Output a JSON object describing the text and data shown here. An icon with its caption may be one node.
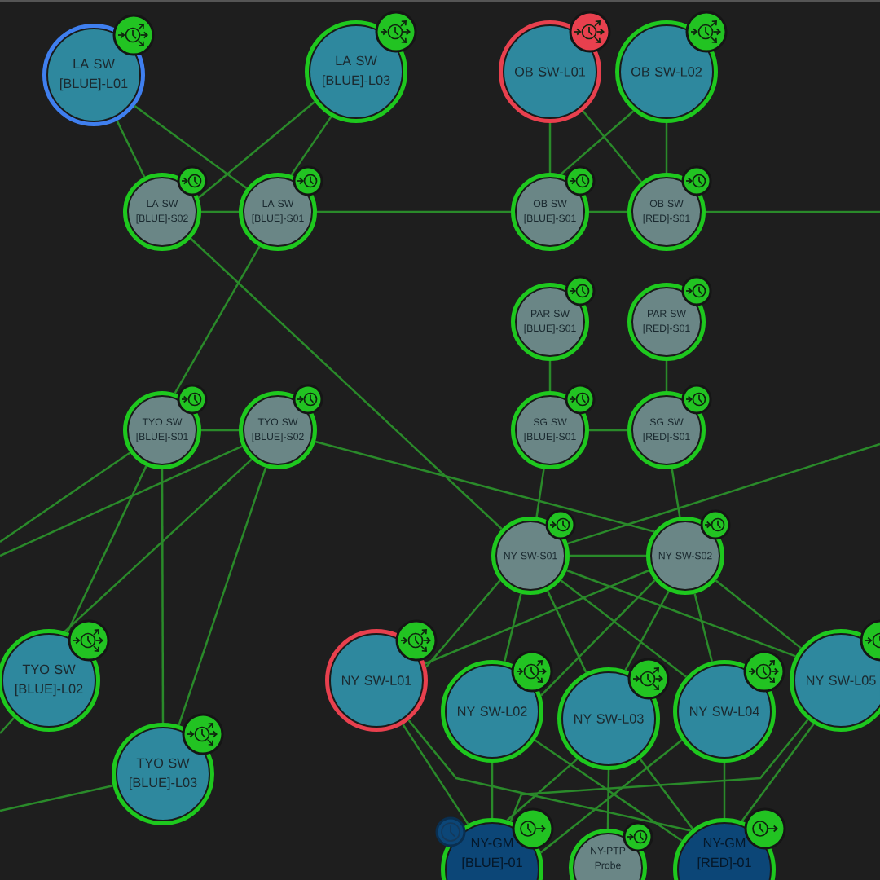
{
  "diagram": {
    "nodes": [
      {
        "text": [
          "LA SW [BLUE]-L01"
        ]
      },
      {
        "text": [
          "LA SW [BLUE]-L03"
        ]
      },
      {
        "text": [
          "OB SW-L01"
        ]
      },
      {
        "text": [
          "OB SW-L02"
        ]
      },
      {
        "text": [
          "LA SW [BLUE]-S02"
        ]
      },
      {
        "text": [
          "LA SW [BLUE]-S01"
        ]
      },
      {
        "text": [
          "OB SW [BLUE]-S01"
        ]
      },
      {
        "text": [
          "OB SW [RED]-S01"
        ]
      },
      {
        "text": [
          "PAR SW [BLUE]-S01"
        ]
      },
      {
        "text": [
          "PAR SW [RED]-S01"
        ]
      },
      {
        "text": [
          "TYO SW [BLUE]-S01"
        ]
      },
      {
        "text": [
          "TYO SW [BLUE]-S02"
        ]
      },
      {
        "text": [
          "SG SW [BLUE]-S01"
        ]
      },
      {
        "text": [
          "SG SW [RED]-S01"
        ]
      },
      {
        "text": [
          "NY SW-S01"
        ]
      },
      {
        "text": [
          "NY SW-S02"
        ]
      },
      {
        "text": [
          "TYO SW [BLUE]-L02"
        ]
      },
      {
        "text": [
          "NY SW-L01"
        ]
      },
      {
        "text": [
          "NY SW-L02"
        ]
      },
      {
        "text": [
          "NY SW-L03"
        ]
      },
      {
        "text": [
          "NY SW-L04"
        ]
      },
      {
        "text": [
          "NY SW-L05"
        ]
      },
      {
        "text": [
          "TYO SW [BLUE]-L03"
        ]
      },
      {
        "text": [
          "NY-GM [BLUE]-01"
        ]
      },
      {
        "text": [
          "NY-PTP Probe"
        ]
      },
      {
        "text": [
          "NY-GM [RED]-01"
        ]
      }
    ],
    "edges": [
      {
        "from": 0,
        "to": 4,
        "arrow": "none"
      },
      {
        "from": 0,
        "to": 5,
        "arrow": "none"
      },
      {
        "from": 1,
        "to": 4,
        "arrow": "none"
      },
      {
        "from": 1,
        "to": 5,
        "arrow": "none"
      },
      {
        "from": 4,
        "to": 5,
        "arrow": "none"
      },
      {
        "from": 5,
        "to": 6,
        "arrow": "none"
      },
      {
        "from": 2,
        "to": 6,
        "arrow": "none"
      },
      {
        "from": 2,
        "to": 7,
        "arrow": "none"
      },
      {
        "from": 3,
        "to": 6,
        "arrow": "none"
      },
      {
        "from": 3,
        "to": 7,
        "arrow": "none"
      },
      {
        "from": 6,
        "to": 7,
        "arrow": "none"
      },
      {
        "from": 7,
        "to": null,
        "arrow": "none"
      },
      {
        "from": 8,
        "to": 12,
        "arrow": "none"
      },
      {
        "from": 9,
        "to": 13,
        "arrow": "none"
      },
      {
        "from": 4,
        "to": 14,
        "arrow": "none"
      },
      {
        "from": 5,
        "to": 10,
        "arrow": "none"
      },
      {
        "from": 12,
        "to": 13,
        "arrow": "none"
      },
      {
        "from": 10,
        "to": 11,
        "arrow": "none"
      },
      {
        "from": 11,
        "to": 15,
        "arrow": "none"
      },
      {
        "from": 12,
        "to": 14,
        "arrow": "none"
      },
      {
        "from": 13,
        "to": 15,
        "arrow": "none"
      },
      {
        "from": 14,
        "to": 15,
        "arrow": "none"
      },
      {
        "from": 14,
        "to": null,
        "arrow": "none"
      },
      {
        "from": 10,
        "to": null,
        "arrow": "none"
      },
      {
        "from": 11,
        "to": null,
        "arrow": "none"
      },
      {
        "from": 10,
        "to": 16,
        "arrow": "none"
      },
      {
        "from": 11,
        "to": 16,
        "arrow": "none"
      },
      {
        "from": 10,
        "to": 22,
        "arrow": "none"
      },
      {
        "from": 11,
        "to": 22,
        "arrow": "none"
      },
      {
        "from": 17,
        "to": 14,
        "arrow": "none"
      },
      {
        "from": 17,
        "to": 15,
        "arrow": "none"
      },
      {
        "from": 18,
        "to": 14,
        "arrow": "none"
      },
      {
        "from": 18,
        "to": 15,
        "arrow": "none"
      },
      {
        "from": 19,
        "to": 14,
        "arrow": "none"
      },
      {
        "from": 19,
        "to": 15,
        "arrow": "none"
      },
      {
        "from": 20,
        "to": 14,
        "arrow": "none"
      },
      {
        "from": 20,
        "to": 15,
        "arrow": "none"
      },
      {
        "from": 21,
        "to": 14,
        "arrow": "none"
      },
      {
        "from": 21,
        "to": 15,
        "arrow": "none"
      },
      {
        "from": 16,
        "to": null,
        "arrow": "none"
      },
      {
        "from": 22,
        "to": null,
        "arrow": "none"
      },
      {
        "from": 17,
        "to": 23,
        "arrow": "none"
      },
      {
        "from": 18,
        "to": 23,
        "arrow": "none"
      },
      {
        "from": 19,
        "to": 23,
        "arrow": "none"
      },
      {
        "from": 20,
        "to": 23,
        "arrow": "none"
      },
      {
        "from": 21,
        "to": 23,
        "arrow": "none"
      },
      {
        "from": 17,
        "to": 25,
        "arrow": "none"
      },
      {
        "from": 18,
        "to": 25,
        "arrow": "none"
      },
      {
        "from": 19,
        "to": 25,
        "arrow": "none"
      },
      {
        "from": 20,
        "to": 25,
        "arrow": "none"
      },
      {
        "from": 21,
        "to": 25,
        "arrow": "none"
      },
      {
        "from": 19,
        "to": 24,
        "arrow": "none"
      }
    ]
  }
}
